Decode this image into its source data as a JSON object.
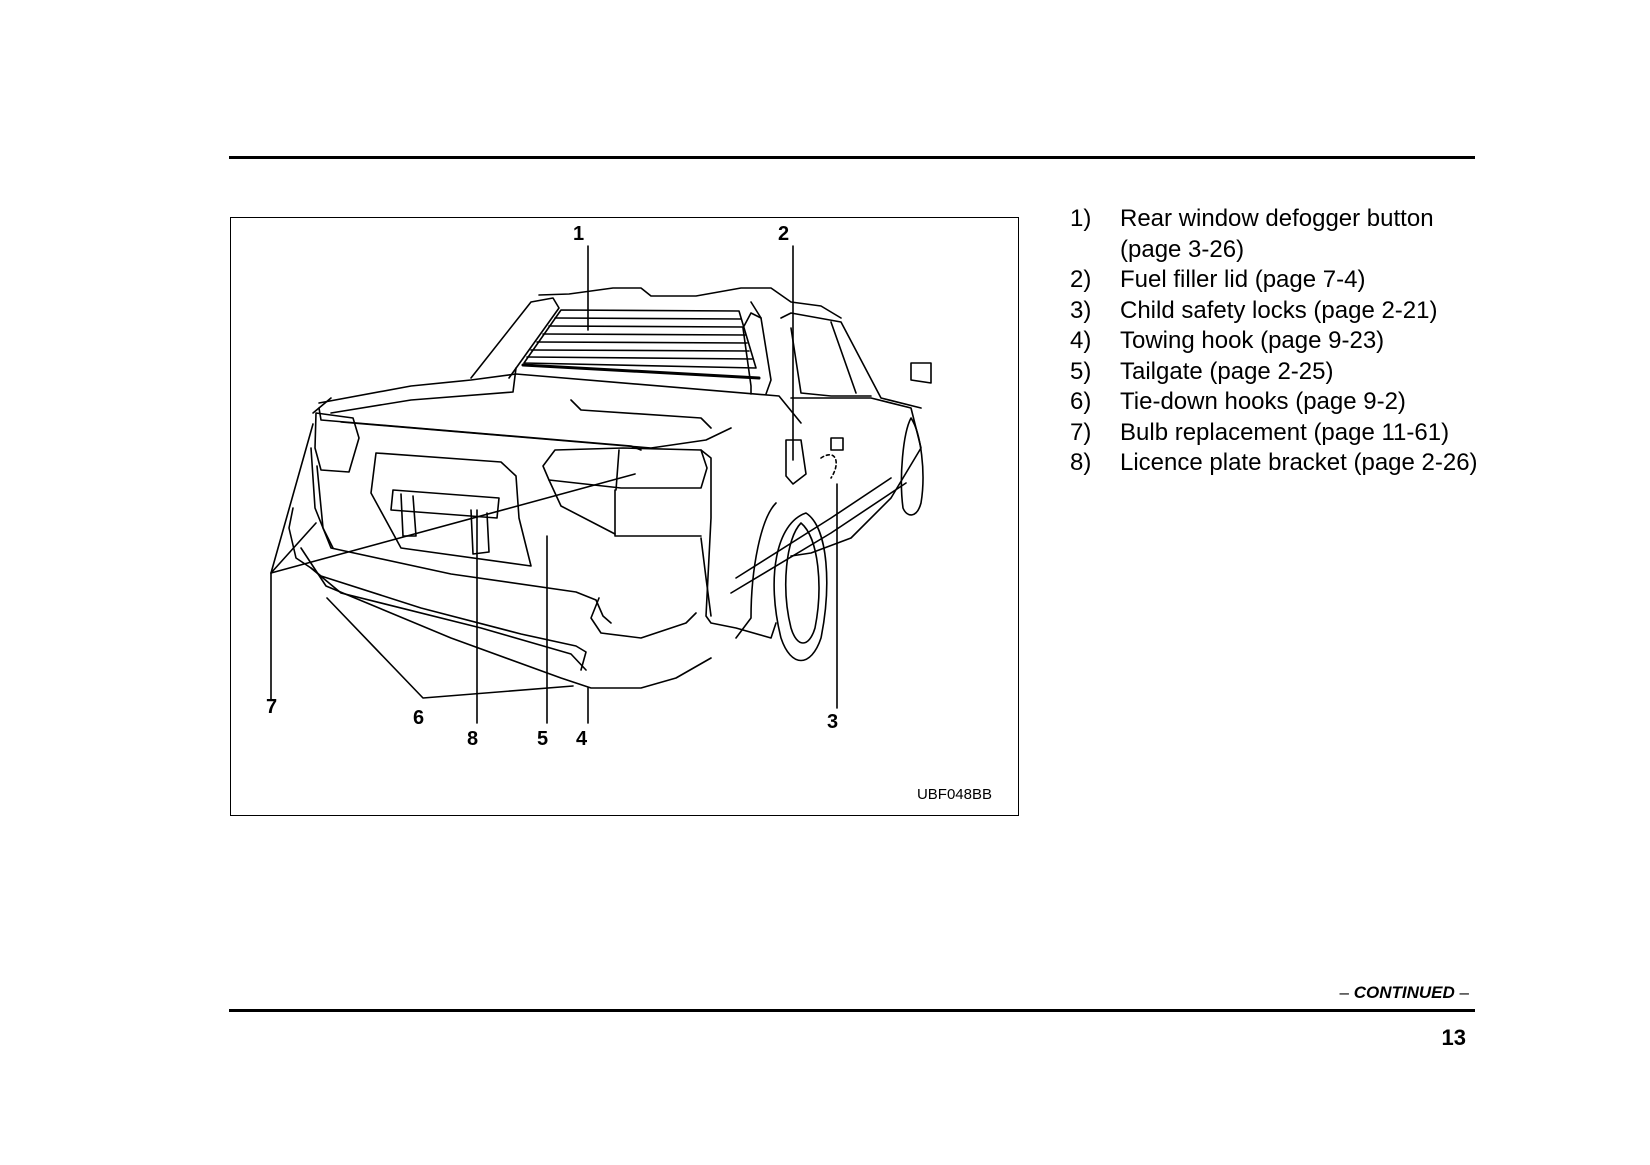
{
  "figure": {
    "code": "UBF048BB",
    "callouts": [
      "1",
      "2",
      "3",
      "4",
      "5",
      "6",
      "7",
      "8"
    ]
  },
  "legend": [
    {
      "num": "1)",
      "text": "Rear window defogger button (page 3-26)"
    },
    {
      "num": "2)",
      "text": "Fuel filler lid (page 7-4)"
    },
    {
      "num": "3)",
      "text": "Child safety locks (page 2-21)"
    },
    {
      "num": "4)",
      "text": "Towing hook (page 9-23)"
    },
    {
      "num": "5)",
      "text": "Tailgate (page 2-25)"
    },
    {
      "num": "6)",
      "text": "Tie-down hooks (page 9-2)"
    },
    {
      "num": "7)",
      "text": "Bulb replacement (page 11-61)"
    },
    {
      "num": "8)",
      "text": "Licence plate bracket (page 2-26)"
    }
  ],
  "footer": {
    "continued_dash_left": "–",
    "continued": "CONTINUED",
    "continued_dash_right": "–",
    "page_number": "13"
  }
}
